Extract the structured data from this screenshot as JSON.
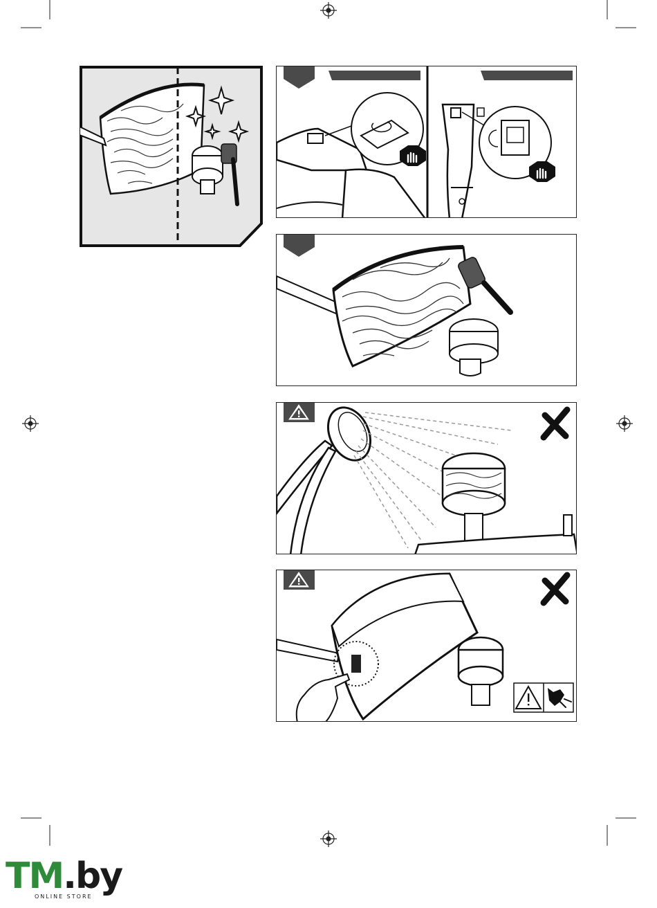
{
  "page": {
    "title": "Trimmer maintenance illustrations",
    "panels": [
      {
        "id": "clean-head-overview",
        "caption": ""
      },
      {
        "id": "step-switch-off",
        "caption": ""
      },
      {
        "id": "step-brush-clean",
        "caption": ""
      },
      {
        "id": "warning-no-water",
        "caption": ""
      },
      {
        "id": "warning-blade-cut",
        "caption": ""
      }
    ]
  },
  "logo": {
    "main_tm": "TM",
    "main_by": ".by",
    "sub": "ONLINE STORE"
  },
  "icons": {
    "stop_hand": "stop-hand-icon",
    "warning": "warning-triangle-icon",
    "prohibited": "x-mark-icon",
    "cut_hazard": "hand-cut-hazard-icon",
    "registration": "registration-mark-icon"
  },
  "colors": {
    "ink": "#1a1a1a",
    "panel_grey": "#e6e6e6",
    "tab_grey": "#4a4a4a",
    "logo_green": "#2e8b3a"
  }
}
